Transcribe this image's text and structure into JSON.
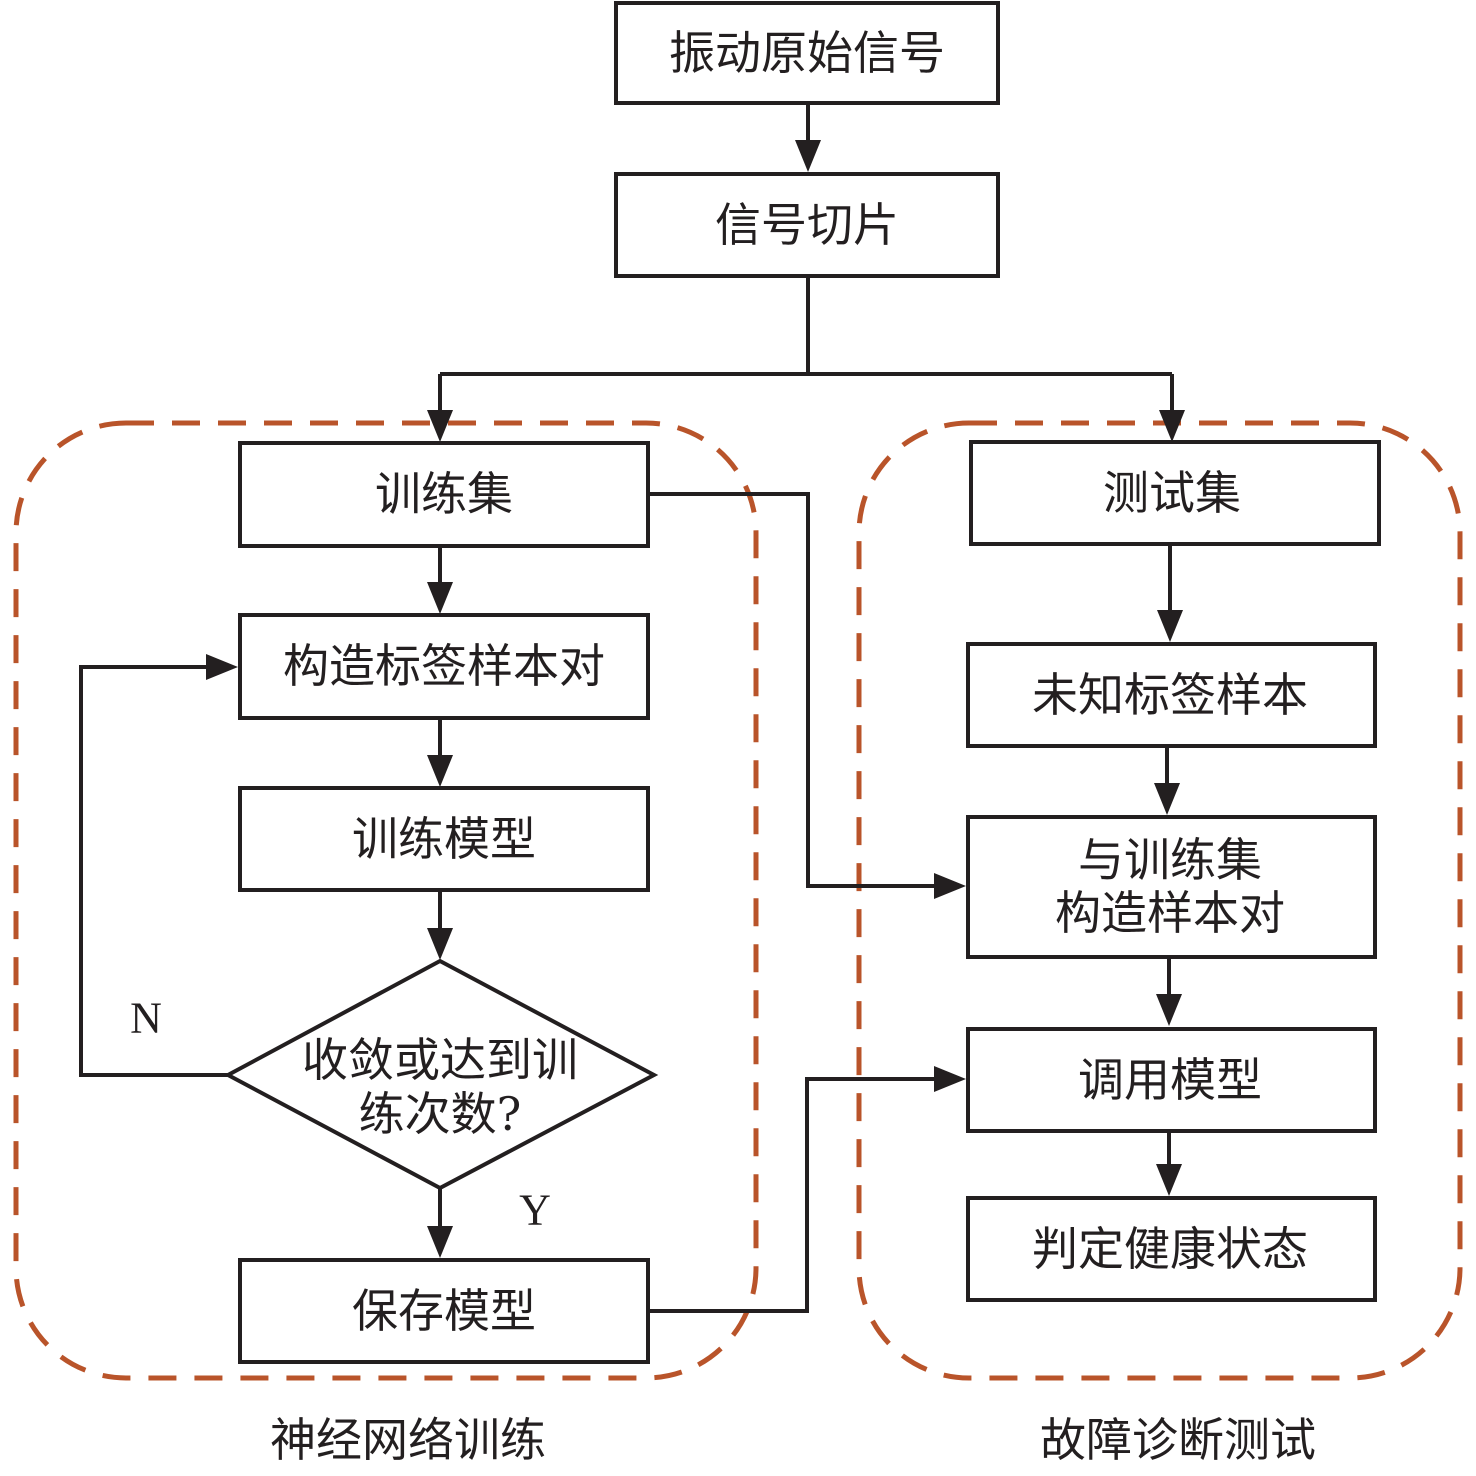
{
  "diagram": {
    "groups": [
      {
        "id": "training",
        "label": "神经网络训练"
      },
      {
        "id": "testing",
        "label": "故障诊断测试"
      }
    ],
    "nodes": [
      {
        "id": "raw_signal",
        "shape": "rect",
        "lines": [
          "振动原始信号"
        ]
      },
      {
        "id": "slice",
        "shape": "rect",
        "lines": [
          "信号切片"
        ]
      },
      {
        "id": "train_set",
        "shape": "rect",
        "group": "training",
        "lines": [
          "训练集"
        ]
      },
      {
        "id": "build_pairs",
        "shape": "rect",
        "group": "training",
        "lines": [
          "构造标签样本对"
        ]
      },
      {
        "id": "train_model",
        "shape": "rect",
        "group": "training",
        "lines": [
          "训练模型"
        ]
      },
      {
        "id": "converge",
        "shape": "diamond",
        "group": "training",
        "lines": [
          "收敛或达到训",
          "练次数?"
        ]
      },
      {
        "id": "save_model",
        "shape": "rect",
        "group": "training",
        "lines": [
          "保存模型"
        ]
      },
      {
        "id": "test_set",
        "shape": "rect",
        "group": "testing",
        "lines": [
          "测试集"
        ]
      },
      {
        "id": "unknown_samples",
        "shape": "rect",
        "group": "testing",
        "lines": [
          "未知标签样本"
        ]
      },
      {
        "id": "pair_with_train",
        "shape": "rect",
        "group": "testing",
        "lines": [
          "与训练集",
          "构造样本对"
        ]
      },
      {
        "id": "call_model",
        "shape": "rect",
        "group": "testing",
        "lines": [
          "调用模型"
        ]
      },
      {
        "id": "judge_health",
        "shape": "rect",
        "group": "testing",
        "lines": [
          "判定健康状态"
        ]
      }
    ],
    "edges": [
      {
        "from": "raw_signal",
        "to": "slice"
      },
      {
        "from": "slice",
        "to": "train_set"
      },
      {
        "from": "slice",
        "to": "test_set"
      },
      {
        "from": "train_set",
        "to": "build_pairs"
      },
      {
        "from": "build_pairs",
        "to": "train_model"
      },
      {
        "from": "train_model",
        "to": "converge"
      },
      {
        "from": "converge",
        "to": "build_pairs",
        "label": "N"
      },
      {
        "from": "converge",
        "to": "save_model",
        "label": "Y"
      },
      {
        "from": "train_set",
        "to": "pair_with_train"
      },
      {
        "from": "test_set",
        "to": "unknown_samples"
      },
      {
        "from": "unknown_samples",
        "to": "pair_with_train"
      },
      {
        "from": "pair_with_train",
        "to": "call_model"
      },
      {
        "from": "save_model",
        "to": "call_model"
      },
      {
        "from": "call_model",
        "to": "judge_health"
      }
    ]
  }
}
